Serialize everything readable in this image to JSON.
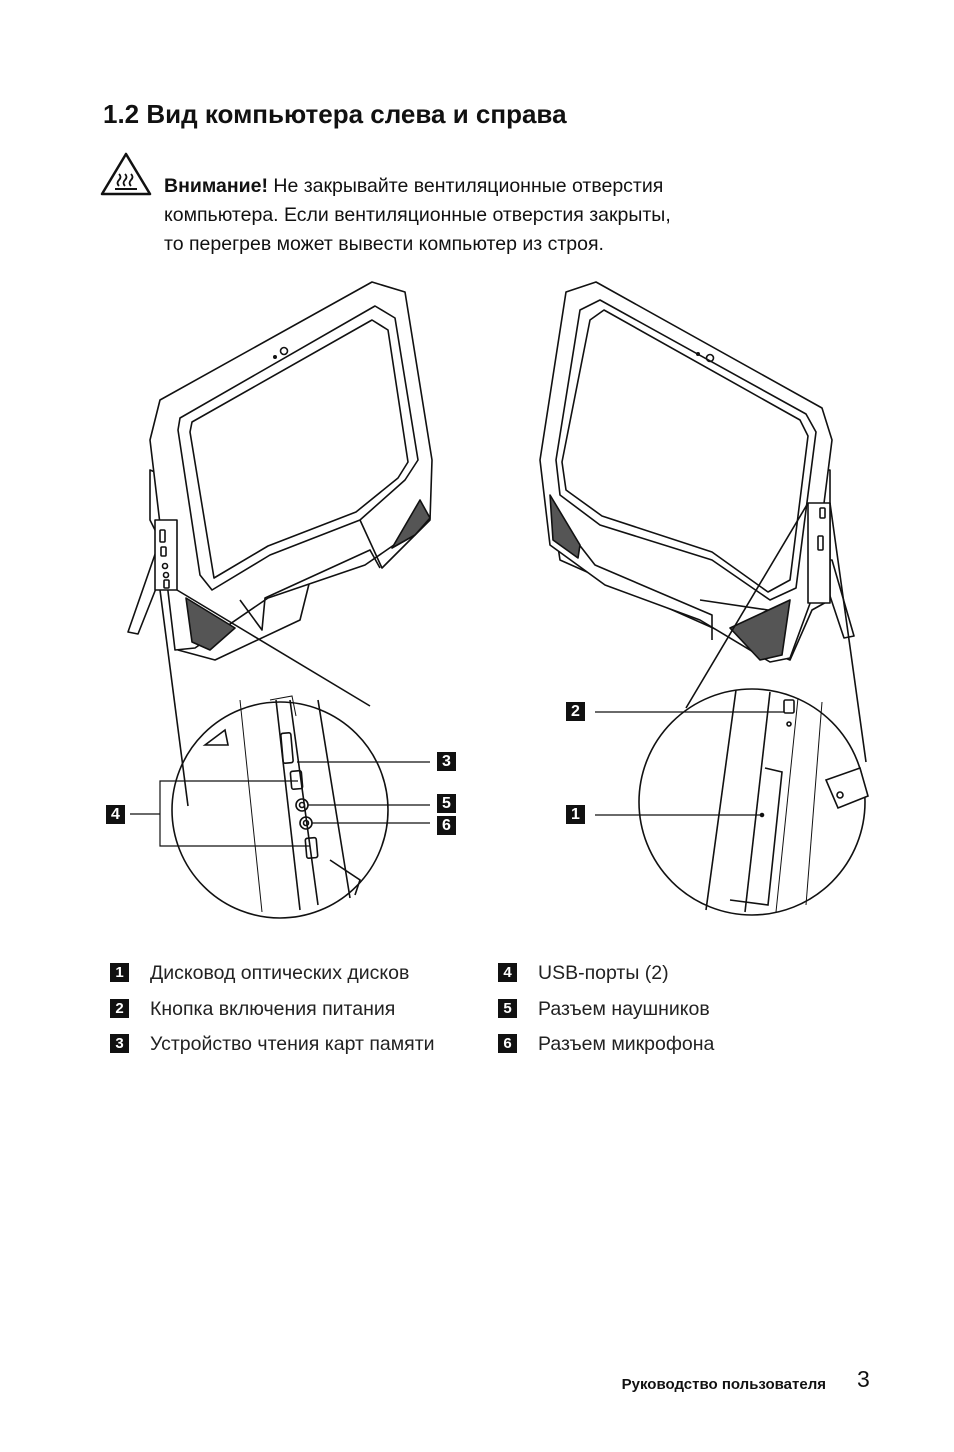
{
  "section": {
    "title": "1.2 Вид компьютера слева и справа"
  },
  "warning": {
    "icon": "hot-surface-warning-icon",
    "lead": "Внимание!",
    "line1": " Не закрывайте вентиляционные отверстия",
    "line2": "компьютера. Если вентиляционные отверстия закрыты,",
    "line3": "то перегрев может вывести компьютер из строя."
  },
  "callouts": {
    "c1": "1",
    "c2": "2",
    "c3": "3",
    "c4": "4",
    "c5": "5",
    "c6": "6"
  },
  "legend": [
    {
      "num": "1",
      "label": "Дисковод оптических дисков"
    },
    {
      "num": "2",
      "label": "Кнопка включения питания"
    },
    {
      "num": "3",
      "label": "Устройство чтения карт памяти"
    },
    {
      "num": "4",
      "label": "USB-порты (2)"
    },
    {
      "num": "5",
      "label": "Разъем наушников"
    },
    {
      "num": "6",
      "label": "Разъем микрофона"
    }
  ],
  "footer": {
    "label": "Руководство пользователя",
    "page": "3"
  }
}
